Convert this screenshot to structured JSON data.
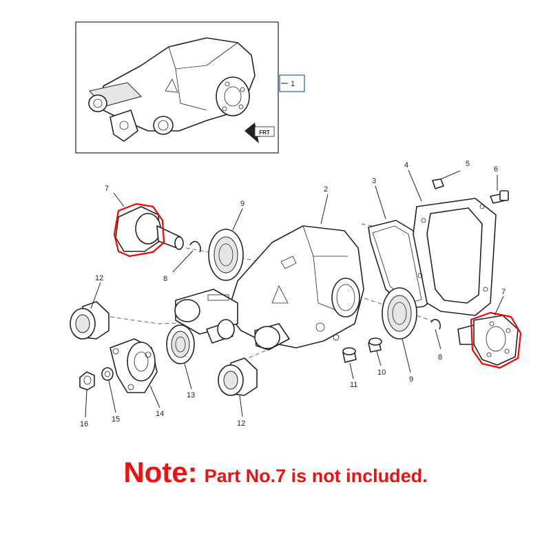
{
  "callouts": {
    "p1": "1",
    "p2": "2",
    "p3": "3",
    "p4": "4",
    "p5": "5",
    "p6": "6",
    "p7a": "7",
    "p7b": "7",
    "p8a": "8",
    "p8b": "8",
    "p9a": "9",
    "p9b": "9",
    "p10": "10",
    "p11": "11",
    "p12a": "12",
    "p12b": "12",
    "p13": "13",
    "p14": "14",
    "p15": "15",
    "p16": "16"
  },
  "fwd_label": "FRT",
  "note": {
    "label": "Note:",
    "text": "Part No.7 is not included."
  },
  "colors": {
    "highlight": "#ff0000",
    "note": "#ee1111",
    "callout_box": "#2a5caa"
  }
}
